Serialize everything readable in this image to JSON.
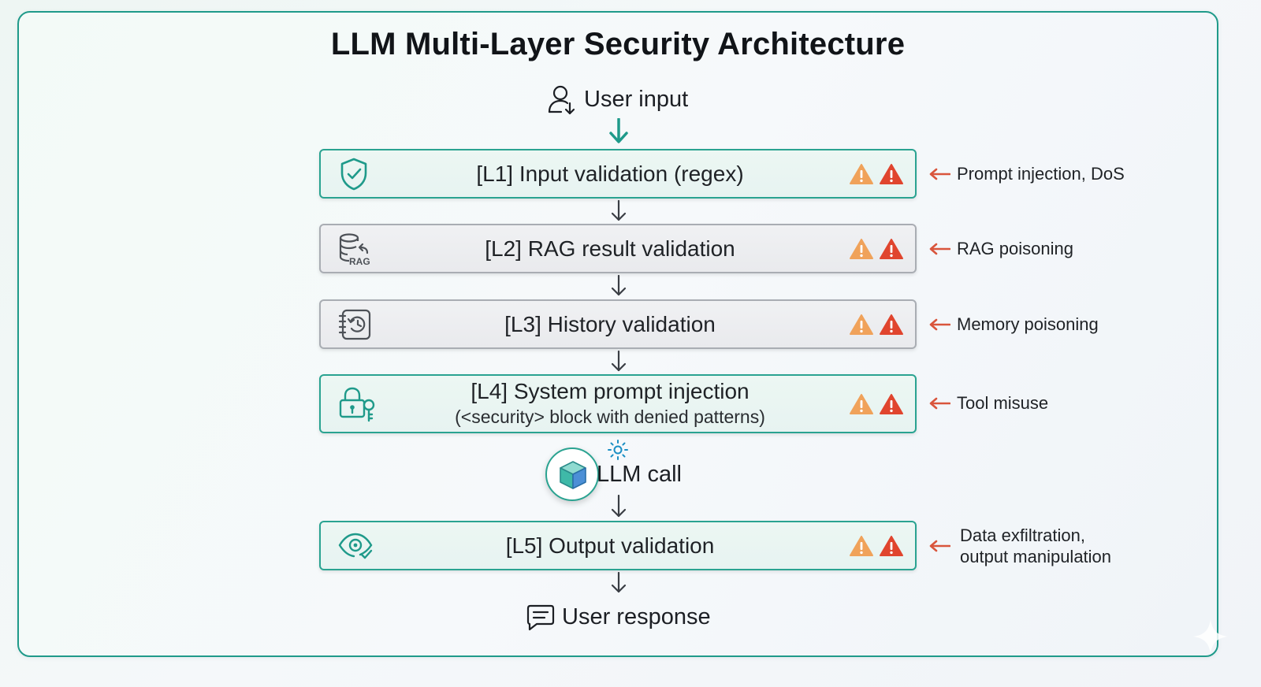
{
  "title": "LLM Multi-Layer Security Architecture",
  "user_input": {
    "label": "User input",
    "icon": "user-input-icon"
  },
  "layers": [
    {
      "label": "[L1] Input validation (regex)",
      "icon": "shield-check-icon",
      "style": "teal",
      "threat": "Prompt injection, DoS"
    },
    {
      "label": "[L2] RAG result validation",
      "icon": "database-rag-icon",
      "style": "gray",
      "threat": "RAG poisoning"
    },
    {
      "label": "[L3] History validation",
      "icon": "history-notebook-icon",
      "style": "gray",
      "threat": "Memory poisoning"
    },
    {
      "label": "[L4] System prompt injection",
      "sublabel": "(<security> block with denied patterns)",
      "icon": "lock-key-icon",
      "style": "teal",
      "threat": "Tool misuse"
    },
    {
      "label": "[L5] Output validation",
      "icon": "eye-check-icon",
      "style": "teal",
      "threat_line1": "Data exfiltration,",
      "threat_line2": "output manipulation"
    }
  ],
  "llm_call": {
    "label": "LLM call",
    "icon": "cube-icon"
  },
  "user_response": {
    "label": "User response",
    "icon": "chat-bubble-icon"
  },
  "colors": {
    "teal": "#1f9a8a",
    "warning_orange": "#f0a25a",
    "warning_red": "#e0452e",
    "threat_arrow": "#d9553c"
  }
}
